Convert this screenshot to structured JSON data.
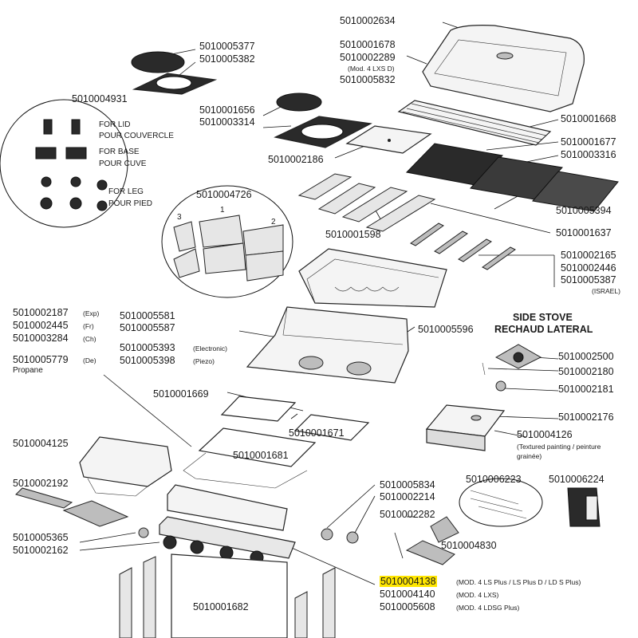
{
  "labels": {
    "l1": "5010002634",
    "l2": "5010005377",
    "l3": "5010005382",
    "l4": "5010001678",
    "l5": "5010002289",
    "l6": "(Mod. 4 LXS D)",
    "l7": "5010005832",
    "l8": "5010004931",
    "l9": "5010001656",
    "l10": "5010003314",
    "l11": "FOR LID",
    "l12": "POUR COUVERCLE",
    "l13": "5010001668",
    "l14": "FOR BASE",
    "l15": "POUR CUVE",
    "l16": "5010001677",
    "l17": "5010003316",
    "l18": "5010002186",
    "l19": "FOR LEG",
    "l20": "POUR PIED",
    "l21": "5010004726",
    "l22": "5010005394",
    "l23": "5010001598",
    "l24": "5010001637",
    "l25": "5010002165",
    "l26": "5010002446",
    "l27": "5010005387",
    "l28": "(ISRAEL)",
    "l29": "5010002187",
    "l30": "(Exp)",
    "l31": "5010002445",
    "l32": "(Fr)",
    "l33": "5010003284",
    "l34": "(Ch)",
    "l35": "5010005779",
    "l36": "(De)",
    "l37": "Propane",
    "l38": "5010005581",
    "l39": "5010005587",
    "l40": "5010005393",
    "l41": "(Electronic)",
    "l42": "5010005398",
    "l43": "(Piezo)",
    "l44": "5010005596",
    "l45": "SIDE STOVE",
    "l46": "RECHAUD LATERAL",
    "l47": "5010002500",
    "l48": "5010002180",
    "l49": "5010002181",
    "l50": "5010001669",
    "l51": "5010002176",
    "l52": "5010001671",
    "l53": "5010004126",
    "l54": "(Textured painting / peinture",
    "l55": "grainée)",
    "l56": "5010004125",
    "l57": "5010001681",
    "l58": "5010006223",
    "l59": "5010006224",
    "l60": "5010002192",
    "l61": "5010005834",
    "l62": "5010002214",
    "l63": "5010002282",
    "l64": "5010005365",
    "l65": "5010002162",
    "l66": "5010004830",
    "l67": "5010004138",
    "l68": "(MOD. 4 LS Plus / LS Plus D / LD S Plus)",
    "l69": "5010004140",
    "l70": "(MOD. 4 LXS)",
    "l71": "5010005608",
    "l72": "(MOD. 4 LDSG Plus)",
    "l73": "5010001682",
    "l74": "1",
    "l75": "2",
    "l76": "3"
  },
  "colors": {
    "highlight": "#ffe600",
    "ink": "#1a1a1a",
    "paper": "#ffffff"
  }
}
